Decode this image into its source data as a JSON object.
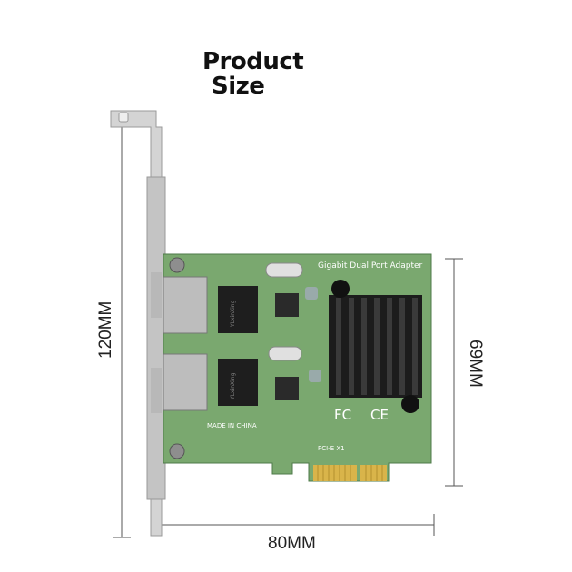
{
  "title": {
    "line1": "Product",
    "line2": "Size"
  },
  "dimensions": {
    "height_bracket": "120MM",
    "height_card": "69MM",
    "width": "80MM"
  },
  "card": {
    "label": "Gigabit Dual Port Adapter",
    "made_in": "MADE IN CHINA",
    "bus": "PCI-E X1",
    "cert_fc": "FC",
    "cert_ce": "CE",
    "chip_brand": "YLxinXing"
  },
  "colors": {
    "pcb": "#7aa86f",
    "pcb_dark": "#5c8a55",
    "gold": "#d9b44a",
    "heatsink": "#1c1c1c",
    "bracket": "#c9c9c9"
  }
}
